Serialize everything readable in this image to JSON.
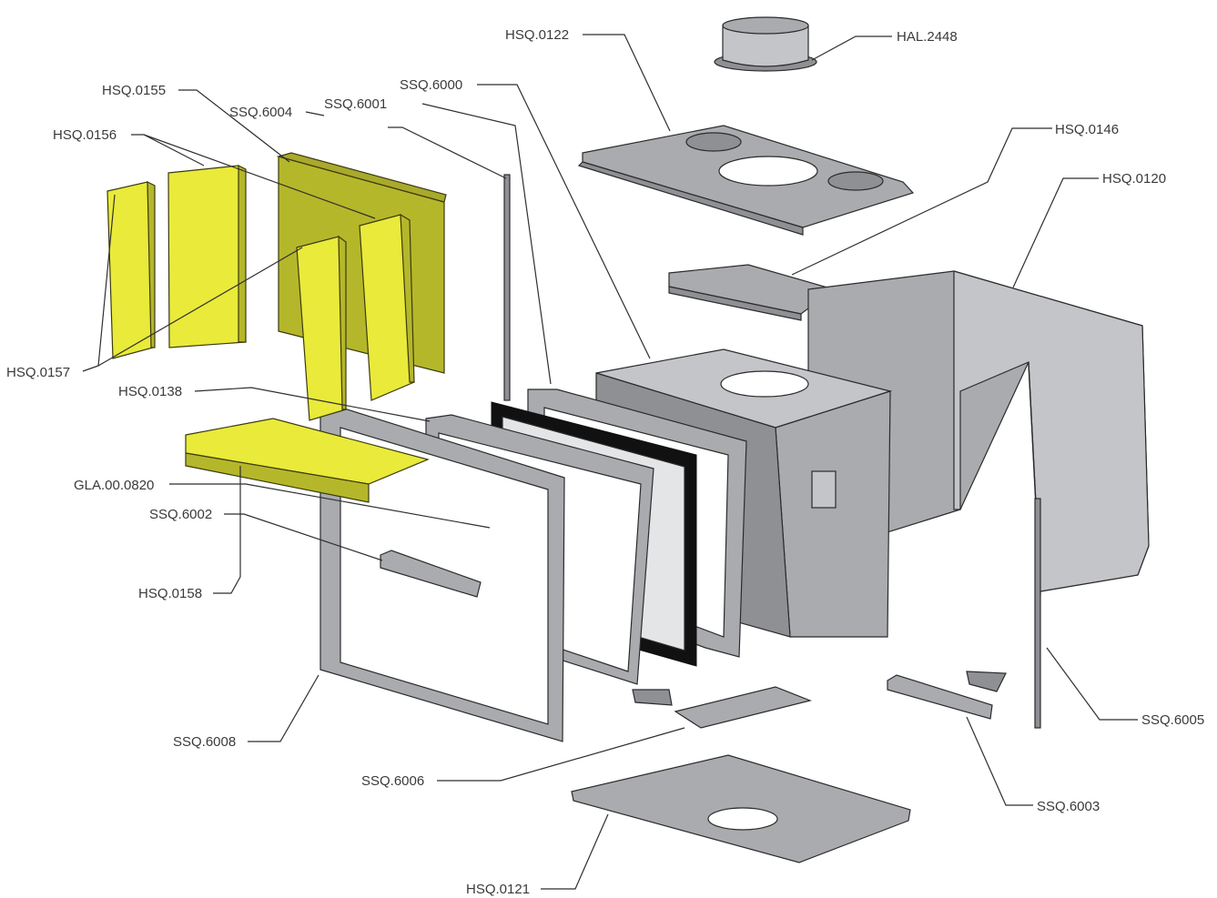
{
  "labels": {
    "hsq_0122": "HSQ.0122",
    "hal_2448": "HAL.2448",
    "hsq_0155": "HSQ.0155",
    "ssq_6004": "SSQ.6004",
    "ssq_6001": "SSQ.6001",
    "ssq_6000": "SSQ.6000",
    "hsq_0156": "HSQ.0156",
    "hsq_0146": "HSQ.0146",
    "hsq_0120": "HSQ.0120",
    "hsq_0157": "HSQ.0157",
    "hsq_0138": "HSQ.0138",
    "gla_00_0820": "GLA.00.0820",
    "ssq_6002": "SSQ.6002",
    "hsq_0158": "HSQ.0158",
    "ssq_6005": "SSQ.6005",
    "ssq_6008": "SSQ.6008",
    "ssq_6003": "SSQ.6003",
    "ssq_6006": "SSQ.6006",
    "hsq_0121": "HSQ.0121"
  },
  "colors": {
    "firebrick": "#e9ea3a",
    "steel": "#a9abae",
    "background": "#ffffff"
  }
}
